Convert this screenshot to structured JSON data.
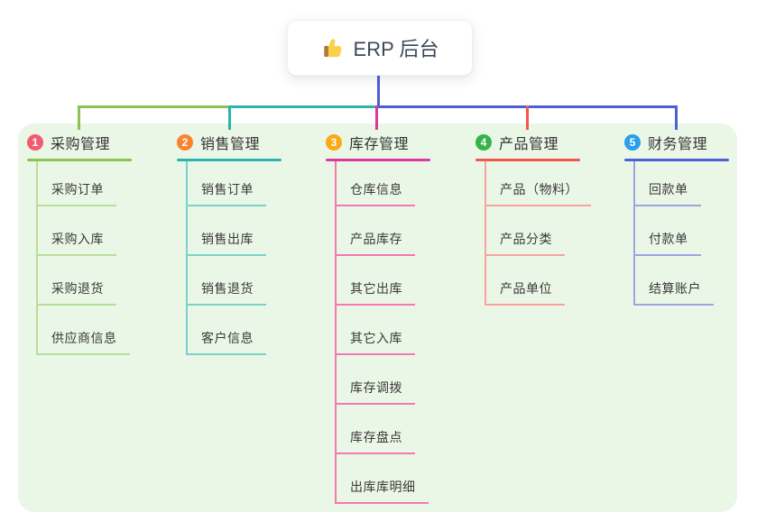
{
  "root": {
    "title": "ERP 后台",
    "icon": "thumbs-up"
  },
  "palette": {
    "stem_color": "#4c5fd5",
    "panel_bg": "#ebf7e6",
    "root_text": "#3c4858",
    "branch_text": "#333333",
    "child_text": "#3a3a3a"
  },
  "branches": [
    {
      "num": "1",
      "label": "采购管理",
      "badge_color": "#f25c72",
      "line_color": "#8dc153",
      "child_line_color": "#b7df9a",
      "children": [
        "采购订单",
        "采购入库",
        "采购退货",
        "供应商信息"
      ]
    },
    {
      "num": "2",
      "label": "销售管理",
      "badge_color": "#f9842f",
      "line_color": "#2cb6ab",
      "child_line_color": "#79d2c9",
      "children": [
        "销售订单",
        "销售出库",
        "销售退货",
        "客户信息"
      ]
    },
    {
      "num": "3",
      "label": "库存管理",
      "badge_color": "#fba919",
      "line_color": "#d83a9d",
      "child_line_color": "#f478b4",
      "children": [
        "仓库信息",
        "产品库存",
        "其它出库",
        "其它入库",
        "库存调拨",
        "库存盘点",
        "出库库明细"
      ]
    },
    {
      "num": "4",
      "label": "产品管理",
      "badge_color": "#35b44a",
      "line_color": "#f25750",
      "child_line_color": "#f9a39e",
      "children": [
        "产品（物料）",
        "产品分类",
        "产品单位"
      ]
    },
    {
      "num": "5",
      "label": "财务管理",
      "badge_color": "#2aa0ec",
      "line_color": "#4c5fd5",
      "child_line_color": "#9aa6e4",
      "children": [
        "回款单",
        "付款单",
        "结算账户"
      ]
    }
  ]
}
